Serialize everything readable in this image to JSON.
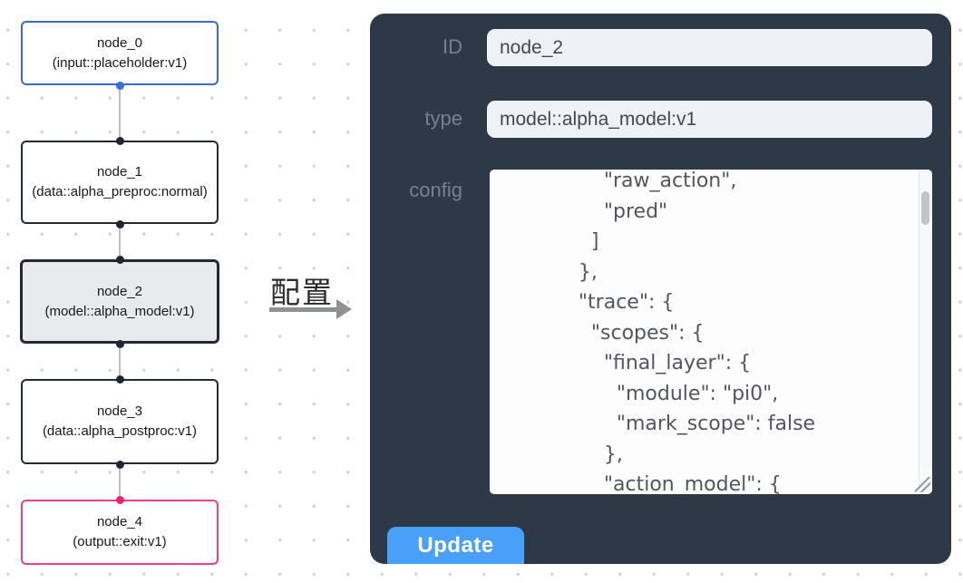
{
  "canvas": {
    "nodes": [
      {
        "id": "node_0",
        "name": "node_0",
        "type_label": "(input::placeholder:v1)",
        "variant": "input",
        "selected": false,
        "border_color": "#3a6bcb"
      },
      {
        "id": "node_1",
        "name": "node_1",
        "type_label": "(data::alpha_preproc:normal)",
        "variant": "default",
        "selected": false,
        "border_color": "#212a39"
      },
      {
        "id": "node_2",
        "name": "node_2",
        "type_label": "(model::alpha_model:v1)",
        "variant": "default",
        "selected": true,
        "border_color": "#212a39"
      },
      {
        "id": "node_3",
        "name": "node_3",
        "type_label": "(data::alpha_postproc:v1)",
        "variant": "default",
        "selected": false,
        "border_color": "#212a39"
      },
      {
        "id": "node_4",
        "name": "node_4",
        "type_label": "(output::exit:v1)",
        "variant": "output",
        "selected": false,
        "border_color": "#ee417e"
      }
    ],
    "port_colors": {
      "input": "#2f6ee2",
      "default": "#1e2735",
      "output": "#f0236c"
    }
  },
  "annotation": {
    "label": "配置",
    "arrow_icon": "right-arrow"
  },
  "panel": {
    "fields": [
      {
        "label": "ID",
        "value": "node_2"
      },
      {
        "label": "type",
        "value": "model::alpha_model:v1"
      }
    ],
    "config": {
      "label": "config",
      "lines": [
        "                \"raw_action\",",
        "                \"pred\"",
        "              ]",
        "            },",
        "            \"trace\": {",
        "              \"scopes\": {",
        "                \"final_layer\": {",
        "                  \"module\": \"pi0\",",
        "                  \"mark_scope\": false",
        "                },",
        "                \"action_model\": {"
      ]
    },
    "update_label": "Update"
  },
  "colors": {
    "panel_bg": "#2e3947",
    "input_bg": "#eef1f6",
    "accent_blue": "#49a0f8",
    "node_input_border": "#3a6bcb",
    "node_output_border": "#ee417e",
    "selected_node_bg": "#e9eaec"
  }
}
